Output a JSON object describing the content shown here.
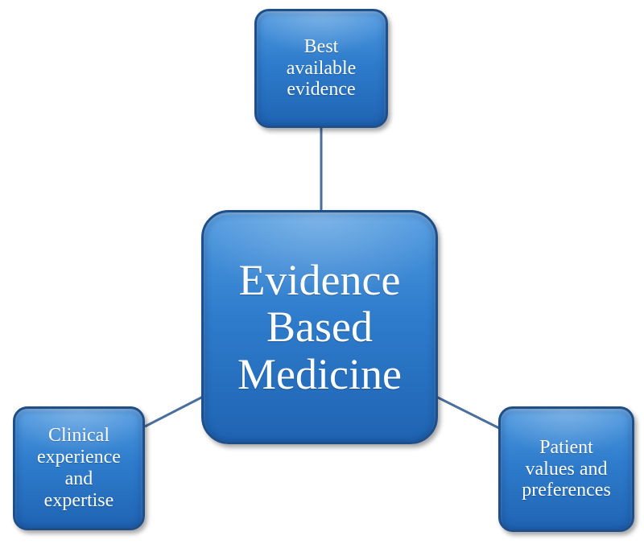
{
  "diagram": {
    "center": {
      "lines": [
        "Evidence",
        "Based",
        "Medicine"
      ]
    },
    "top": {
      "lines": [
        "Best",
        "available",
        "evidence"
      ]
    },
    "left": {
      "lines": [
        "Clinical",
        "experience",
        "and",
        "expertise"
      ]
    },
    "right": {
      "lines": [
        "Patient",
        "values and",
        "preferences"
      ]
    },
    "colors": {
      "node_fill": "#2f7ccc",
      "node_border": "#1e4f8a",
      "connector": "#4a6f9c",
      "text": "#ffffff"
    }
  }
}
